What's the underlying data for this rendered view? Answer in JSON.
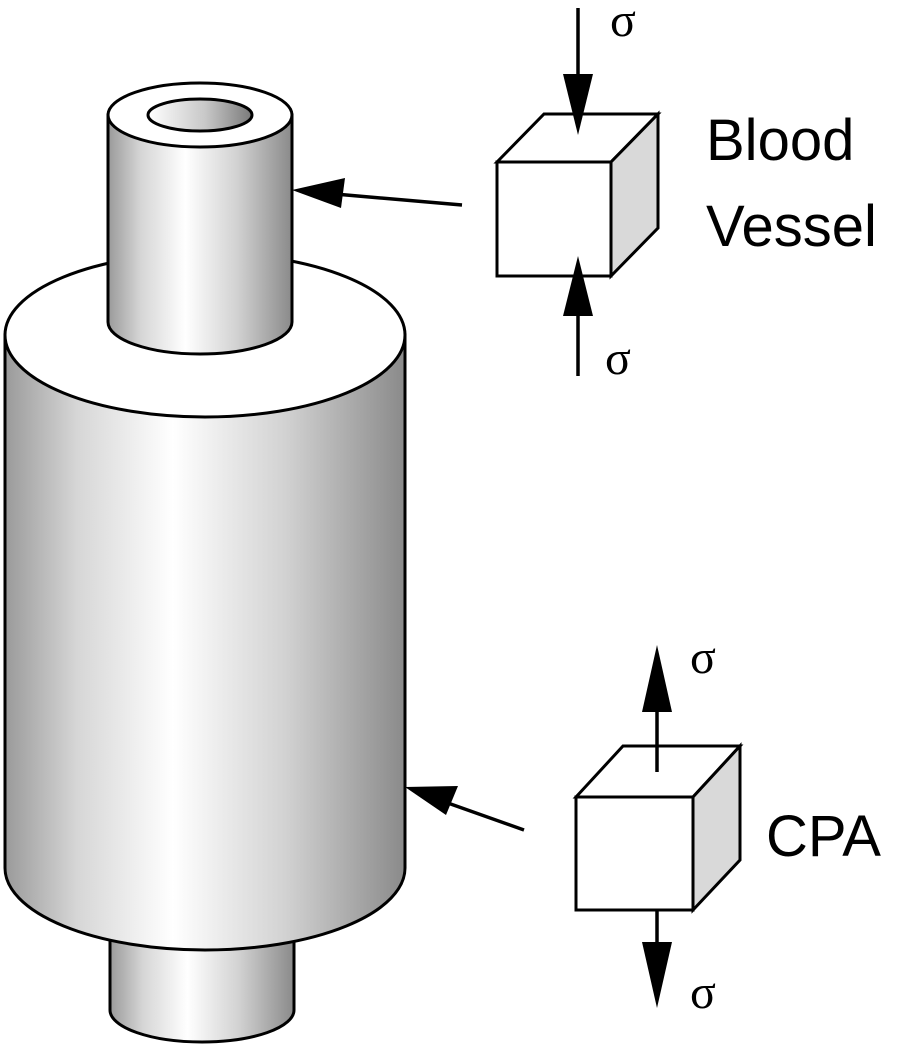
{
  "labels": {
    "blood_vessel_line1": "Blood",
    "blood_vessel_line2": "Vessel",
    "cpa": "CPA",
    "sigma": "σ"
  },
  "colors": {
    "stroke": "#000000",
    "cube_front": "#ffffff",
    "cube_side": "#d9d9d9",
    "cylinder_light": "#ffffff",
    "cylinder_dark": "#8a8a8a"
  }
}
